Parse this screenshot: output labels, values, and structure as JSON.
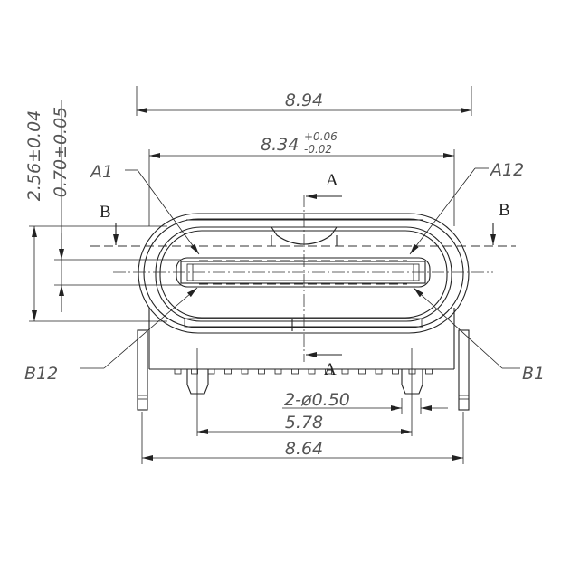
{
  "dimensions": {
    "overall_width": "8.94",
    "opening_width": "8.34",
    "opening_tol_plus": "+0.06",
    "opening_tol_minus": "-0.02",
    "height": "2.56±0.04",
    "tongue_thickness": "0.70±0.05",
    "peg_diameter": "2-ø0.50",
    "peg_spacing": "5.78",
    "leg_spacing": "8.64"
  },
  "pins": {
    "a1": "A1",
    "a12": "A12",
    "b12": "B12",
    "b1": "B1"
  },
  "sections": {
    "a": "A",
    "b": "B"
  }
}
